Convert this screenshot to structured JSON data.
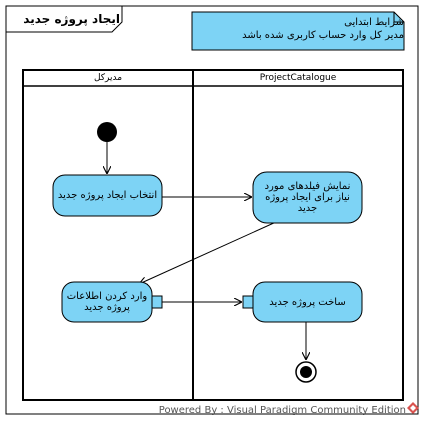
{
  "frame": {
    "title": "ایجاد پروژه جدید"
  },
  "precondition_note": {
    "line1": "شرایط ابتدایی",
    "line2": "مدیر کل وارد حساب کاربری شده باشد"
  },
  "lanes": [
    {
      "name": "مدیرکل"
    },
    {
      "name": "ProjectCatalogue"
    }
  ],
  "actions": {
    "select_new_project": "انتخاب ایجاد پروژه جدید",
    "show_required_fields": "نمایش فیلدهای مورد نیاز برای ایجاد پروژه جدید",
    "enter_project_info": "وارد کردن اطلاعات پروژه جدید",
    "create_project": "ساخت پروژه جدید"
  },
  "footer": {
    "powered_by": "Powered By : Visual Paradigm Community Edition"
  },
  "colors": {
    "node_fill": "#7dd3f5",
    "note_fill": "#7dd3f5",
    "border": "#000000",
    "logo": "#d9534f"
  }
}
